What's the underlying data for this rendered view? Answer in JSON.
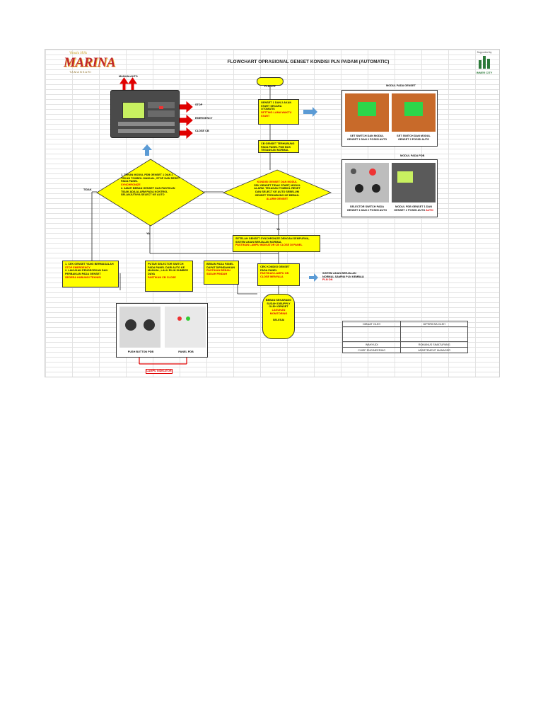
{
  "header": {
    "title": "FLOWCHART OPRASIONAL GENSET KONDISI PLN PADAM (AUTOMATIC)",
    "logo_top": "Vimala Hills",
    "logo_main": "MARINA",
    "logo_sub": "TAMANSARI",
    "sponsor_label": "Supported by",
    "sponsor_name": "INNER CITY"
  },
  "labels": {
    "manual": "MANUAL",
    "auto": "AUTO",
    "stop": "STOP",
    "emergency": "EMERGENCY",
    "close_cb": "CLOSE CB",
    "tidak": "TIDAK",
    "ya": "YA",
    "ya2": "YA",
    "panel_genset_title": "MODUL PADA GENSET",
    "panel_pdb_title": "MODUL PADA PDB"
  },
  "flow": {
    "start": "PLN OFF",
    "box1": "GENSET 1 DAN 2 AKAN START SECARA OTOMATIS",
    "box1_red": "SETTING LAMA WAKTU START",
    "box2": "CB GENSET TERHUBUNG PADA PANEL PDB BUS TEGANGAN NORMAL",
    "diamond_right": "KONDISI GENSET DAN MODUL",
    "diamond_right_body": "CEK GENSET TIDAK START, MODUL ALARM. TEKANAN TOMBOL RESET DAN SELECT KE AUTO SEBELUM GENSET TERHUBUNG KE BEBAN.",
    "diamond_right_red": "ALARM GENSET",
    "diamond_left": "1. TEKAN MODUL PDB GENSET 1 DAN 2 TEKAN TOMBOL MANUAL, STOP DAN RESET PADA PANEL",
    "diamond_left_red": "SYNCHRONIZE",
    "diamond_left_body": "2. AMATI BEBAN GENSET DAN PASTIKAN TIDAK ADA ALARM PADA KONTROL SELANJUTNYA SELECT KE AUTO",
    "box_sync": "SETELAH GENSET SYNCHRONIZE DENGAN SEMPURNA, SISTEM AKAN BERJALAN NORMAL",
    "box_sync_red": "PASTIKAN LAMPU INDIKATOR CB CLOSE DI PANEL",
    "box_cek": "CEK KONDISI GENSET PADA PANEL",
    "box_cek_red": "PASTIKAN LAMPU CB CLOSE MENYALA",
    "note_right": "SISTEM AKAN BERJALAN NORMAL SAMPAI PLN KEMBALI",
    "note_right_red": "PLN ON",
    "box_left": "1. CEK GENSET YANG BERMASALAH",
    "box_left_red": "STOP EMERGENCY",
    "box_left_body": "2. LAKUKAN PENGECEKAN DAN PERBAIKAN PADA GENSET",
    "box_left_red2": "SEGERA HUBUNGI TEKNISI",
    "box_mid": "PUTAR SELECTOR SWITCH PADA PANEL DARI AUTO KE MANUAL, LALU PILIH SUMBER DAYA",
    "box_mid_red": "PASTIKAN CB CLOSE",
    "box_mid2": "BEBAN PADA PANEL DAPAT DIPINDAHKAN",
    "box_mid2_red": "PASTIKAN BEBAN SUDAH PINDAH",
    "terminal_end": "BEBAN SEKARANG SUDAH DISUPPLY OLEH GENSET",
    "terminal_end_red": "LAKUKAN MONITORING",
    "terminal_end2": "SELESAI",
    "caption_switch": "PUSH BUTTON PDB",
    "caption_panel": "PANEL PDB",
    "caption_note": "LAMPU INDIKATOR",
    "cap_genset1": "SET SWITCH DAN MODUL GENSET 1 DAN 2 POSISI AUTO",
    "cap_genset2": "SET SWITCH DAN MODUL GENSET 2 POSISI AUTO",
    "cap_pdb1": "SELECTOR SWITCH PADA GENSET 1 DAN 2 POSISI AUTO",
    "cap_pdb2": "MODUL PDB GENSET 1 DAN GENSET 2 POSISI AUTO",
    "cap_pdb2_red": "AUTO"
  },
  "signature_table": {
    "headers": [
      "DIBUAT OLEH",
      "DIPERIKSA OLEH"
    ],
    "names": [
      "WAHYUDI",
      "ROMANUS SIMATUPANG"
    ],
    "roles": [
      "CHIEF ENGINEERING",
      "APARTEMENT MANAGER"
    ]
  },
  "colors": {
    "yellow": "#ffff00",
    "arrow_blue": "#5b9bd5",
    "arrow_red": "#e00000",
    "accent_red": "#c0272d"
  }
}
